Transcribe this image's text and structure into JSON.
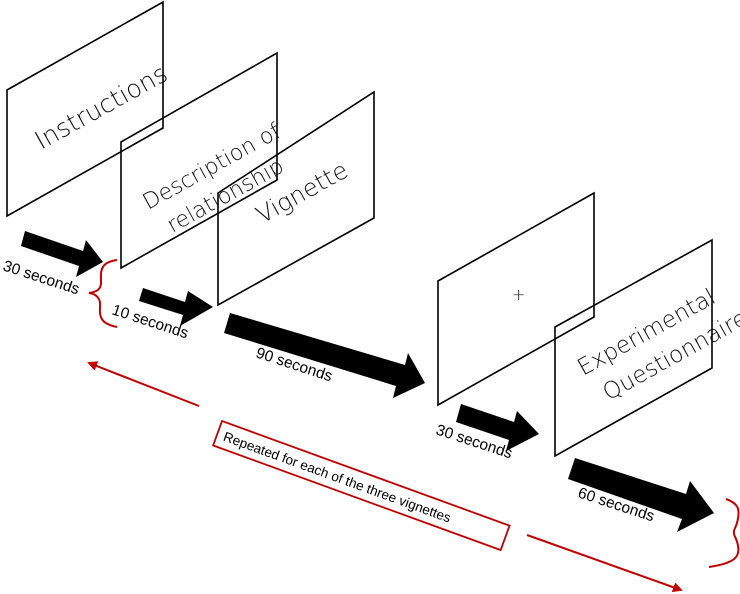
{
  "frames": {
    "instructions": [
      "Instructions"
    ],
    "description": [
      "Description of",
      "relationship"
    ],
    "vignette": [
      "Vignette"
    ],
    "fixation": [
      "+"
    ],
    "questionnaire": [
      "Experimental",
      "Questionnaire"
    ]
  },
  "timings": {
    "t1": "30 seconds",
    "t2": "10 seconds",
    "t3": "90 seconds",
    "t4": "30 seconds",
    "t5": "60 seconds"
  },
  "repeat_label": "Repeated for each of the three vignettes",
  "colors": {
    "accent": "#c00000",
    "ink": "#000000"
  }
}
